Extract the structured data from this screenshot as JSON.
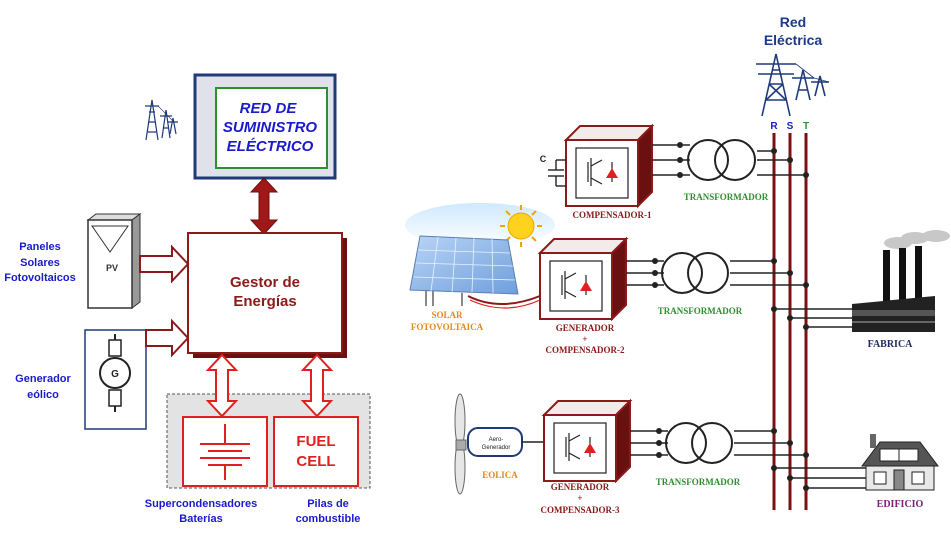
{
  "left": {
    "grid_box": {
      "line1": "RED DE",
      "line2": "SUMINISTRO",
      "line3": "ELÉCTRICO"
    },
    "manager": {
      "line1": "Gestor de",
      "line2": "Energías"
    },
    "pv": {
      "label": "PV",
      "caption1": "Paneles",
      "caption2": "Solares",
      "caption3": "Fotovoltaicos"
    },
    "generator": {
      "label": "G",
      "caption1": "Generador",
      "caption2": "eólico"
    },
    "supercap": {
      "caption1": "Supercondensadores",
      "caption2": "Baterías"
    },
    "fuel_cell": {
      "line1": "FUEL",
      "line2": "CELL",
      "caption1": "Pilas de",
      "caption2": "combustible"
    }
  },
  "right": {
    "grid": {
      "line1": "Red",
      "line2": "Eléctrica",
      "phase_r": "R",
      "phase_s": "S",
      "phase_t": "T"
    },
    "compensator1": {
      "c_label": "C",
      "label": "COMPENSADOR-1",
      "transformer": "TRANSFORMADOR"
    },
    "solar": {
      "line1": "SOLAR",
      "line2": "FOTOVOLTAICA"
    },
    "compensator2": {
      "line1": "GENERADOR",
      "line2": "+",
      "line3": "COMPENSADOR-2",
      "transformer": "TRANSFORMADOR"
    },
    "wind": {
      "aero1": "Aero-",
      "aero2": "Generador",
      "label": "EOLICA"
    },
    "compensator3": {
      "line1": "GENERADOR",
      "line2": "+",
      "line3": "COMPENSADOR-3",
      "transformer": "TRANSFORMADOR"
    },
    "factory": {
      "label": "FABRICA"
    },
    "building": {
      "label": "EDIFICIO"
    }
  },
  "colors": {
    "dark_red": "#8b1a1a",
    "red": "#e02020",
    "blue_text": "#1a1acd",
    "navy": "#1f3a7a",
    "green": "#2f8f2f",
    "orange": "#e08a1e",
    "purple": "#7a1f7a"
  }
}
